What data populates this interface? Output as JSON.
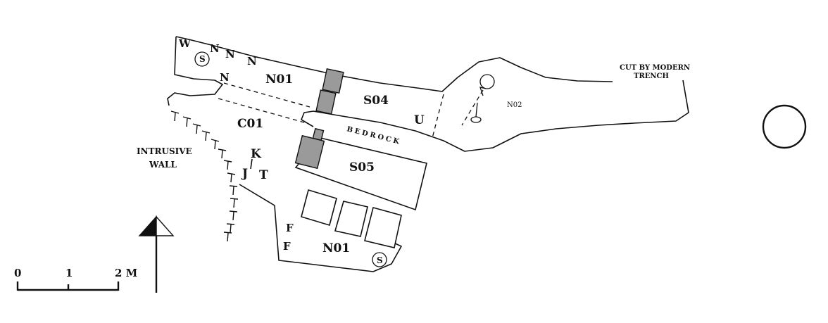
{
  "labels": {
    "n01_upper": "N01",
    "n01_lower": "N01",
    "s04": "S04",
    "s05": "S05",
    "c01": "C01",
    "n02": "N02",
    "u": "U",
    "k": "K",
    "j": "J",
    "t": "T",
    "f1": "F",
    "f2": "F",
    "w": "W",
    "n1": "N",
    "n2": "N",
    "n3": "N",
    "n4": "N",
    "s_upper": "S",
    "s_lower": "S",
    "bedrock": "BEDROCK",
    "intrusive_line1": "INTRUSIVE",
    "intrusive_line2": "WALL",
    "cut_line1": "CUT BY MODERN",
    "cut_line2": "TRENCH"
  },
  "scale_bar": {
    "ticks": [
      "0",
      "1",
      "2 M"
    ]
  }
}
